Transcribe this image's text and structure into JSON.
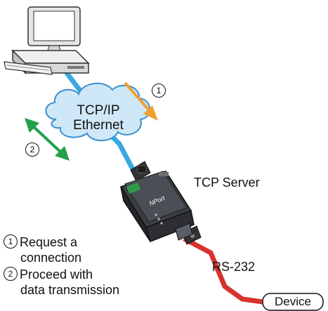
{
  "diagram": {
    "cloud": {
      "line1": "TCP/IP",
      "line2": "Ethernet"
    },
    "server_label": "TCP Server",
    "serial_label": "RS-232",
    "device_label": "Device",
    "device_brand": "NPort",
    "arrow_1_label": "1",
    "arrow_2_label": "2",
    "legend": [
      {
        "number": "1",
        "line1": "Request a",
        "line2": "connection"
      },
      {
        "number": "2",
        "line1": "Proceed with",
        "line2": "data transmission"
      }
    ],
    "colors": {
      "ethernet_cable": "#3aa8e0",
      "serial_cable": "#d8322f",
      "request_arrow": "#f0a030",
      "transmission_arrow": "#22a04a",
      "cloud_fill": "#cfe8f7",
      "cloud_stroke": "#3b8fd0"
    }
  }
}
